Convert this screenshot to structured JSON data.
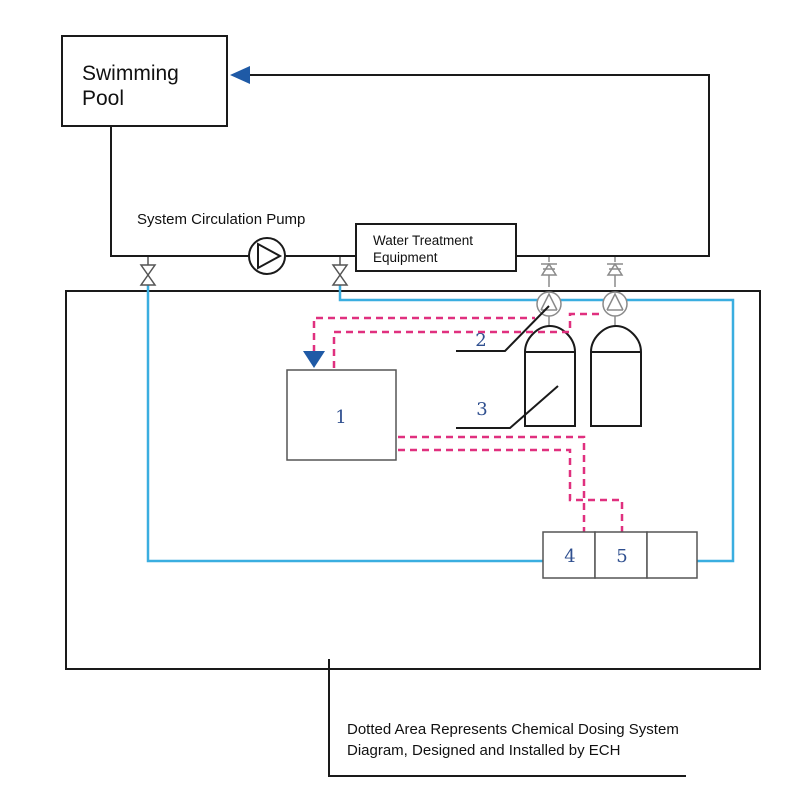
{
  "pool": {
    "label_line1": "Swimming",
    "label_line2": "Pool"
  },
  "pump": {
    "label": "System Circulation Pump"
  },
  "treatment": {
    "label_line1": "Water Treatment",
    "label_line2": "Equipment"
  },
  "components": {
    "c1": "1",
    "c2": "2",
    "c3": "3",
    "c4": "4",
    "c5": "5"
  },
  "note": {
    "line1": "Dotted Area Represents Chemical Dosing System",
    "line2": "Diagram, Designed and Installed by ECH"
  },
  "colors": {
    "pipe_main": "#1a1a1a",
    "sample_line": "#3aaee0",
    "dosing_line": "#e0307f",
    "arrow": "#1f5aa6",
    "number_text": "#2f4f8f",
    "valve_gray": "#8a8a8a"
  }
}
